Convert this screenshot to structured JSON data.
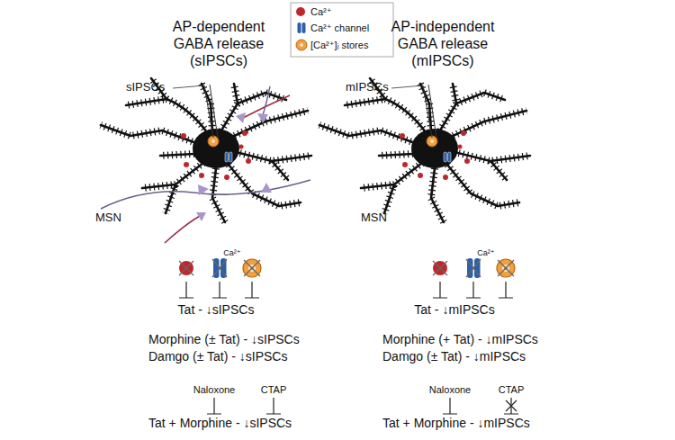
{
  "diagram": {
    "labels": [
      "AP-dependent GABA release (sIPSCs)",
      "sIPSCs",
      "MSN",
      "AP-independent GABA release (mIPSCs)",
      "mIPSCs",
      "MSN",
      "Ca²⁺",
      "Tat - ↓sIPSCs",
      "Morphine (± Tat) - ↓sIPSCs",
      "Damgo (± Tat) - ↓sIPSCs",
      "Naloxone",
      "CTAP",
      "Tat + Morphine - ↓sIPSCs",
      "Ca²⁺",
      "Tat - ↓mIPSCs",
      "Morphine (+ Tat) - ↓mIPSCs",
      "Damgo (± Tat) - ↓mIPSCs",
      "Naloxone",
      "CTAP",
      "Tat + Morphine - ↓mIPSCs"
    ],
    "legend": [
      {
        "text": "Ca²⁺",
        "color": "#c0272d"
      },
      {
        "text": "Ca²⁺ channel"
      },
      {
        "text": "[Ca²⁺]ᵢ stores"
      }
    ]
  }
}
